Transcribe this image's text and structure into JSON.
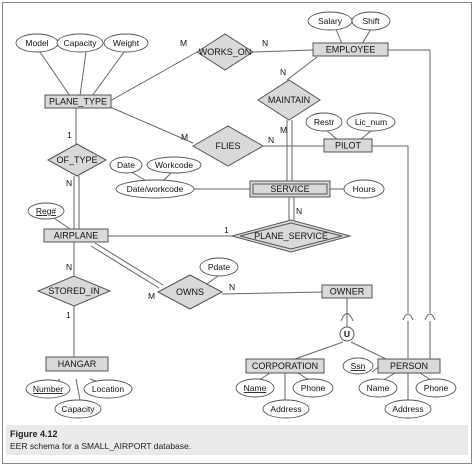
{
  "entities": {
    "employee": "EMPLOYEE",
    "plane_type": "PLANE_TYPE",
    "pilot": "PILOT",
    "service": "SERVICE",
    "airplane": "AIRPLANE",
    "owner": "OWNER",
    "hangar": "HANGAR",
    "corporation": "CORPORATION",
    "person": "PERSON"
  },
  "relationships": {
    "works_on": "WORKS_ON",
    "maintain": "MAINTAIN",
    "flies": "FLIES",
    "of_type": "OF_TYPE",
    "plane_service": "PLANE_SERVICE",
    "stored_in": "STORED_IN",
    "owns": "OWNS"
  },
  "attributes": {
    "model": "Model",
    "capacity_pt": "Capacity",
    "weight": "Weight",
    "salary": "Salary",
    "shift": "Shift",
    "restr": "Restr",
    "lic_num": "Lic_num",
    "date": "Date",
    "workcode": "Workcode",
    "date_workcode": "Date/workcode",
    "hours": "Hours",
    "reg_num": "Reg#",
    "pdate": "Pdate",
    "number": "Number",
    "location": "Location",
    "capacity_h": "Capacity",
    "name_corp": "Name",
    "phone_corp": "Phone",
    "address_corp": "Address",
    "ssn": "Ssn",
    "name_person": "Name",
    "phone_person": "Phone",
    "address_person": "Address"
  },
  "cardinalities": {
    "works_on_left": "M",
    "works_on_right": "N",
    "maintain_top": "N",
    "maintain_bottom": "M",
    "flies_left": "M",
    "flies_right": "N",
    "of_type_top": "1",
    "of_type_bottom": "N",
    "plane_service_left": "1",
    "plane_service_top": "N",
    "stored_in_top": "N",
    "stored_in_bottom": "1",
    "owns_left": "M",
    "owns_right": "N"
  },
  "union_symbol": "U",
  "caption": {
    "figure": "Figure 4.12",
    "text": "EER schema for a SMALL_AIRPORT database."
  }
}
